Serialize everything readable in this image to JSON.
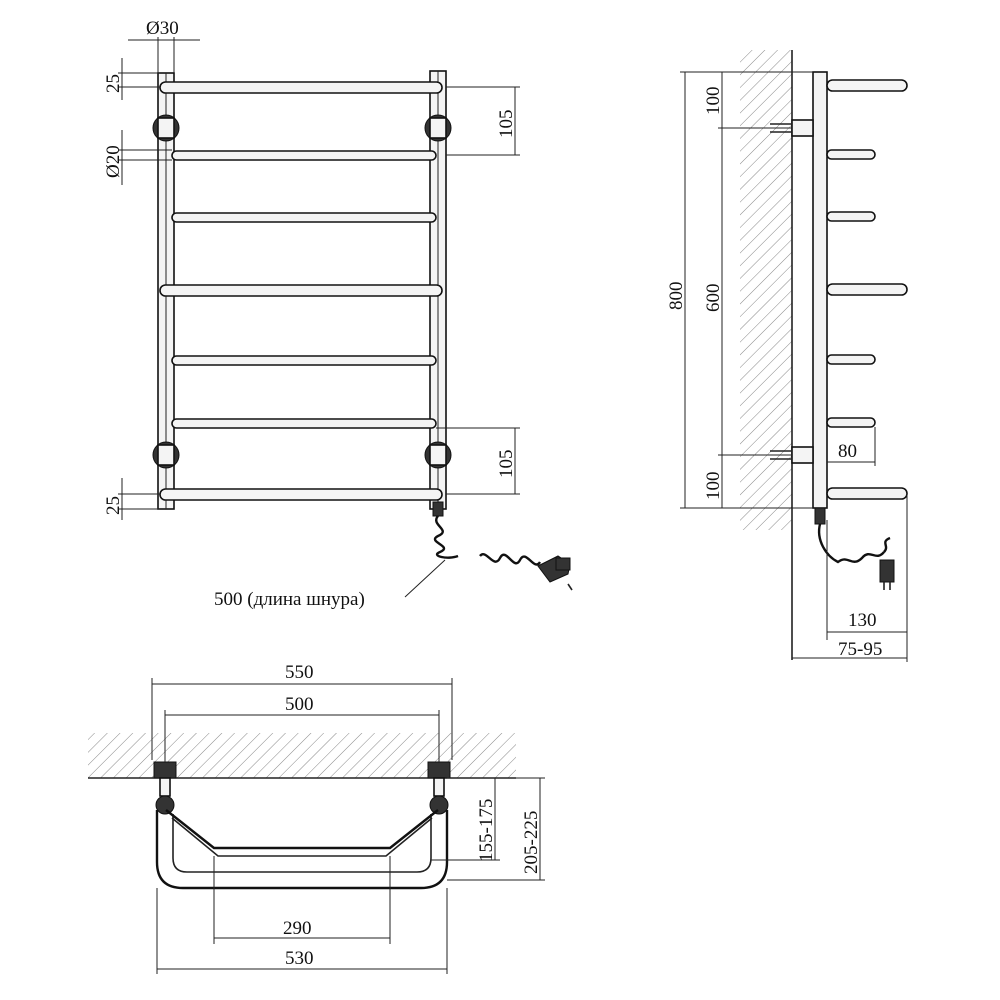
{
  "front_view": {
    "dim_outer_tube_diameter": "Ø30",
    "dim_inner_tube_diameter": "Ø20",
    "dim_top_offset": "25",
    "dim_bottom_offset": "25",
    "dim_top_mount": "105",
    "dim_bottom_mount": "105",
    "cord_note": "500 (длина шнура)"
  },
  "side_view": {
    "dim_total_height": "800",
    "dim_mount_spacing": "600",
    "dim_top_mount": "100",
    "dim_bottom_mount": "100",
    "dim_short_rung": "80",
    "dim_depth": "130",
    "dim_wall_gap": "75-95"
  },
  "top_view": {
    "dim_overall_width": "550",
    "dim_mount_width": "500",
    "dim_inner_width": "290",
    "dim_bottom_width": "530",
    "dim_depth_inner": "155-175",
    "dim_depth_outer": "205-225"
  }
}
